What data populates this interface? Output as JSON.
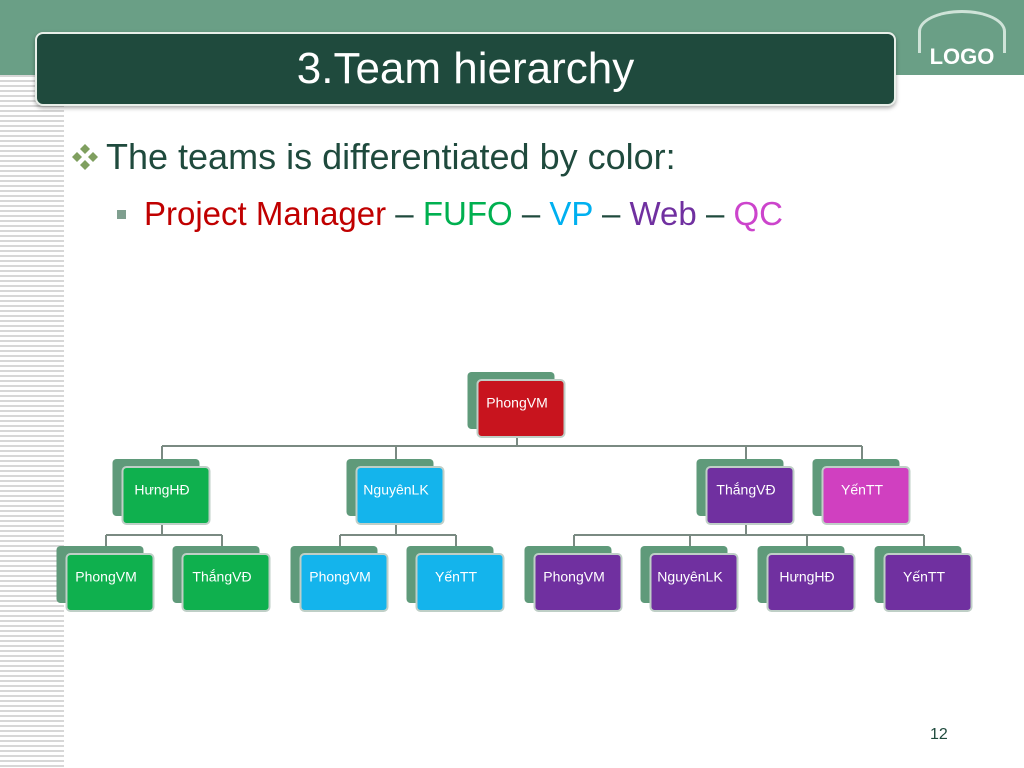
{
  "slide": {
    "title": "3.Team hierarchy",
    "logo": "LOGO",
    "bullet_main": "The teams is differentiated by color:",
    "bullet_sub": [
      {
        "text": "Project Manager",
        "color": "#c00000"
      },
      {
        "text": "–",
        "color": "#1f4a3d"
      },
      {
        "text": "FUFO",
        "color": "#00b050"
      },
      {
        "text": "–",
        "color": "#1f4a3d"
      },
      {
        "text": "VP",
        "color": "#00b0f0"
      },
      {
        "text": "–",
        "color": "#1f4a3d"
      },
      {
        "text": "Web",
        "color": "#7030a0"
      },
      {
        "text": "–",
        "color": "#1f4a3d"
      },
      {
        "text": "QC",
        "color": "#cc44cc"
      }
    ],
    "page_number": "12"
  },
  "colors": {
    "header_band": "#6a9f86",
    "title_bg": "#1f4a3d",
    "node_shadow": "#5f9a7a",
    "connector": "#7a8a82",
    "pm": "#c8141e",
    "fufo": "#0fb04e",
    "vp": "#14b4ec",
    "web": "#7030a0",
    "qc": "#d040c0"
  },
  "org_chart": {
    "root": {
      "label": "PhongVM",
      "team": "pm"
    },
    "level1": [
      {
        "label": "HưngHĐ",
        "team": "fufo",
        "children": [
          {
            "label": "PhongVM",
            "team": "fufo"
          },
          {
            "label": "ThắngVĐ",
            "team": "fufo"
          }
        ]
      },
      {
        "label": "NguyênLK",
        "team": "vp",
        "children": [
          {
            "label": "PhongVM",
            "team": "vp"
          },
          {
            "label": "YếnTT",
            "team": "vp"
          }
        ]
      },
      {
        "label": "ThắngVĐ",
        "team": "web",
        "children": [
          {
            "label": "PhongVM",
            "team": "web"
          },
          {
            "label": "NguyênLK",
            "team": "web"
          },
          {
            "label": "HưngHĐ",
            "team": "web"
          },
          {
            "label": "YếnTT",
            "team": "web"
          }
        ]
      },
      {
        "label": "YếnTT",
        "team": "qc",
        "children": []
      }
    ]
  }
}
